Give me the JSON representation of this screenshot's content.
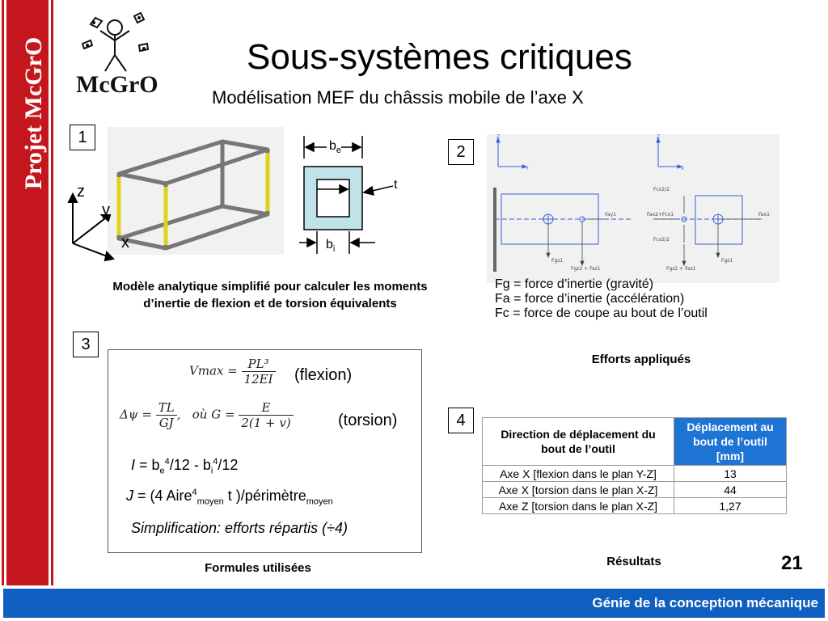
{
  "sidebar": {
    "project_label": "Projet McGrO",
    "logo_text": "McGrO"
  },
  "title": "Sous-systèmes critiques",
  "subtitle": "Modélisation MEF du châssis mobile de l’axe X",
  "sections": {
    "s1": {
      "number": "1",
      "axis_z": "z",
      "axis_y": "y",
      "axis_x": "x",
      "dim_be": "b",
      "dim_be_sub": "e",
      "dim_bi": "b",
      "dim_bi_sub": "i",
      "dim_t": "t",
      "caption": "Modèle analytique simplifié pour calculer les moments d’inertie de flexion et de torsion équivalents"
    },
    "s2": {
      "number": "2",
      "diagram_labels": {
        "left_z": "Z",
        "left_y": "Y",
        "right_z": "Z",
        "right_x": "X",
        "fay1": "Fay1",
        "fgz1_left": "Fgz1",
        "fgz2_fazi": "Fgz2 + Faz1",
        "fcx22_top": "Fcx2/2",
        "fax2_fcx1": "Fax2+Fcx1",
        "fcx22_bottom": "Fcx2/2",
        "fax1": "Fax1",
        "fgz2_faz1_right": "Fgz2 + Faz1",
        "fgz1_right": "Fgz1"
      },
      "legend": [
        "Fg = force d’inertie (gravité)",
        "Fa = force d’inertie (accélération)",
        "Fc = force de coupe au bout de l’outil"
      ],
      "caption": "Efforts appliqués"
    },
    "s3": {
      "number": "3",
      "vmax_lhs": "Vmax",
      "vmax_num": "PL³",
      "vmax_den": "12EI",
      "flexion": "(flexion)",
      "dpsi_lhs": "Δψ =",
      "dpsi_num": "TL",
      "dpsi_den": "GJ",
      "ou_text": "où  G =",
      "g_num": "E",
      "g_den": "2(1 + v)",
      "torsion": "(torsion)",
      "inertia_I": "I = bₑ⁴/12 - bᵢ⁴/12",
      "inertia_J": "J = (4 Aire⁴moyen t )/périmètremoyen",
      "simplification": "Simplification:  efforts répartis (÷4)",
      "caption": "Formules utilisées"
    },
    "s4": {
      "number": "4",
      "table": {
        "headers": [
          "Direction de déplacement du bout de l’outil",
          "Déplacement au bout de l’outil [mm]"
        ],
        "rows": [
          [
            "Axe X [flexion dans le plan Y-Z]",
            "13"
          ],
          [
            "Axe X [torsion dans le plan X-Z]",
            "44"
          ],
          [
            "Axe Z [torsion dans le plan X-Z]",
            "1,27"
          ]
        ]
      },
      "caption": "Résultats"
    }
  },
  "page_number": "21",
  "footer": "Génie de la conception mécanique",
  "colors": {
    "sidebar_red": "#c4161c",
    "footer_blue": "#0f5fc0",
    "table_header_blue": "#1e74d2",
    "diagram_blue": "#3b5fd6"
  }
}
